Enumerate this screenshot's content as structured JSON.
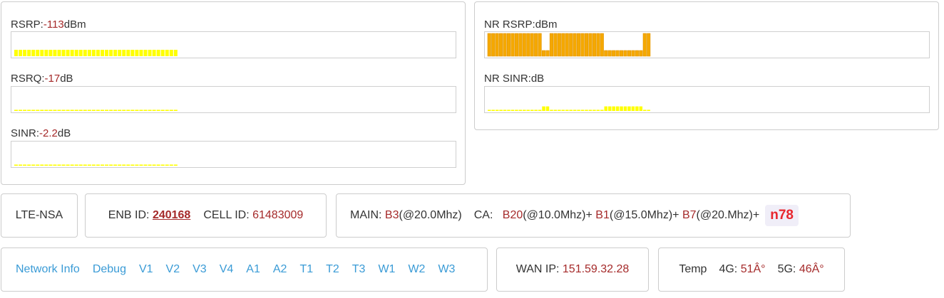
{
  "lte_signal": {
    "rsrp": {
      "label": "RSRP:",
      "value": "-113",
      "unit": "dBm"
    },
    "rsrq": {
      "label": "RSRQ:",
      "value": "-17",
      "unit": "dB"
    },
    "sinr": {
      "label": "SINR:",
      "value": "-2.2",
      "unit": "dB"
    }
  },
  "nr_signal": {
    "rsrp": {
      "label": "NR RSRP:",
      "value": "",
      "unit": "dBm"
    },
    "sinr": {
      "label": "NR SINR:",
      "value": "",
      "unit": "dB"
    }
  },
  "charts": {
    "rsrp": {
      "color": "#ffff00",
      "level": 0.28,
      "count": 38
    },
    "rsrq": {
      "color": "#ffff00",
      "level": 0.05,
      "count": 38
    },
    "sinr": {
      "color": "#ffff00",
      "level": 0.05,
      "count": 38
    },
    "nr_rsrp": {
      "color": "#f5a800",
      "border": "#e29400",
      "values": [
        1,
        1,
        1,
        1,
        1,
        1,
        1,
        1,
        1,
        1,
        1,
        1,
        1,
        1,
        0.25,
        0.25,
        1,
        1,
        1,
        1,
        1,
        1,
        1,
        1,
        1,
        1,
        1,
        1,
        1,
        1,
        0.25,
        0.25,
        0.25,
        0.25,
        0.25,
        0.25,
        0.25,
        0.25,
        0.25,
        0.25,
        1,
        1
      ]
    },
    "nr_sinr": {
      "color": "#ffff00",
      "values": [
        0.05,
        0.05,
        0.05,
        0.05,
        0.05,
        0.05,
        0.05,
        0.05,
        0.05,
        0.05,
        0.05,
        0.05,
        0.05,
        0.05,
        0.2,
        0.2,
        0.05,
        0.05,
        0.05,
        0.05,
        0.05,
        0.05,
        0.05,
        0.05,
        0.05,
        0.05,
        0.05,
        0.05,
        0.05,
        0.05,
        0.2,
        0.2,
        0.2,
        0.2,
        0.2,
        0.2,
        0.2,
        0.2,
        0.2,
        0.2,
        0.05,
        0.05
      ]
    }
  },
  "network": {
    "mode": "LTE-NSA",
    "enb_label": "ENB ID:",
    "enb_id": "240168",
    "cell_label": "CELL ID:",
    "cell_id": "61483009",
    "main_label": "MAIN:",
    "main_band": "B3",
    "main_bw": "(@20.0Mhz)",
    "ca_label": "CA:",
    "ca": [
      {
        "band": "B20",
        "bw": "(@10.0Mhz)+"
      },
      {
        "band": "B1",
        "bw": "(@15.0Mhz)+"
      },
      {
        "band": "B7",
        "bw": "(@20.Mhz)+"
      }
    ],
    "nr_band": "n78"
  },
  "nav": [
    "Network Info",
    "Debug",
    "V1",
    "V2",
    "V3",
    "V4",
    "A1",
    "A2",
    "T1",
    "T2",
    "T3",
    "W1",
    "W2",
    "W3"
  ],
  "wan": {
    "label": "WAN IP:",
    "ip": "151.59.32.28"
  },
  "temp": {
    "label": "Temp",
    "g4_label": "4G:",
    "g4": "51Â°",
    "g5_label": "5G:",
    "g5": "46Â°"
  }
}
